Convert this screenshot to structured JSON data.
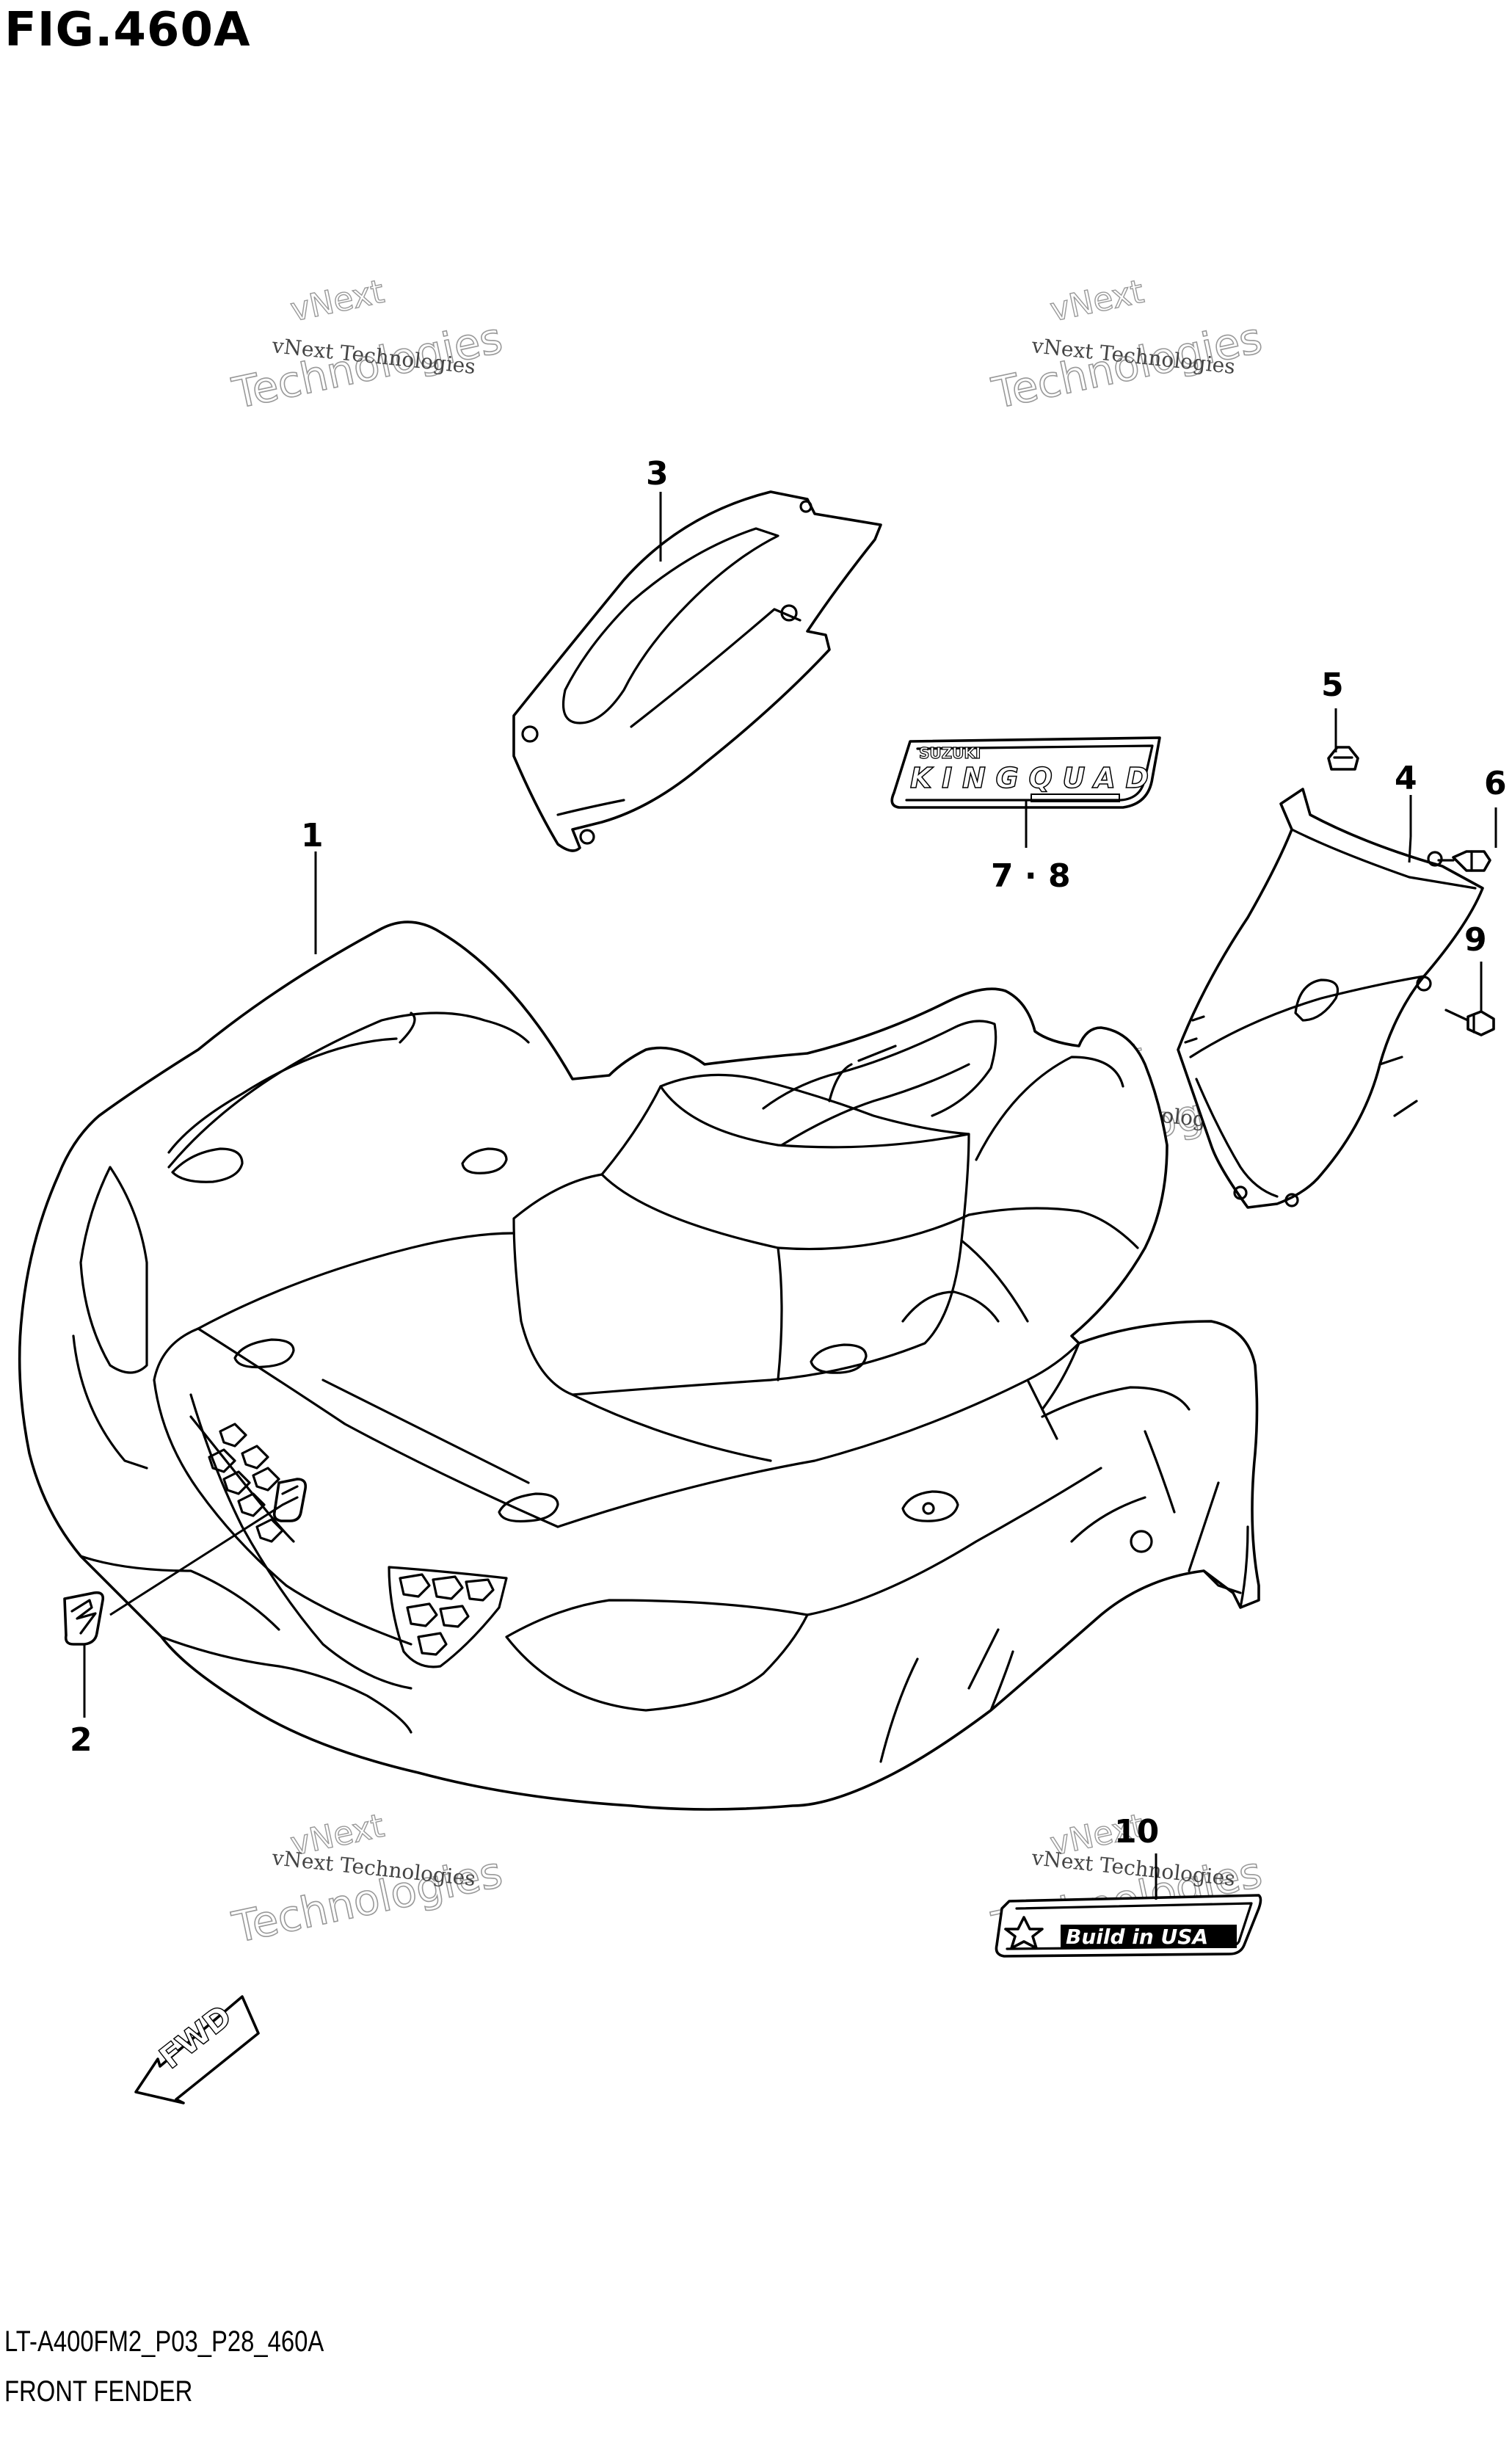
{
  "figure": {
    "title": "FIG.460A",
    "code": "LT-A400FM2_P03_P28_460A",
    "name": "FRONT FENDER"
  },
  "callouts": [
    {
      "id": "1",
      "label": "1"
    },
    {
      "id": "2",
      "label": "2"
    },
    {
      "id": "3",
      "label": "3"
    },
    {
      "id": "4",
      "label": "4"
    },
    {
      "id": "5",
      "label": "5"
    },
    {
      "id": "6",
      "label": "6"
    },
    {
      "id": "7-8",
      "label": "7 · 8"
    },
    {
      "id": "9",
      "label": "9"
    },
    {
      "id": "10",
      "label": "10"
    }
  ],
  "decals": {
    "kingquad": {
      "brand": "SUZUKI",
      "model": "KINGQUAD"
    },
    "usa": {
      "text": "Build in USA"
    }
  },
  "direction_arrow": {
    "label": "FWD"
  },
  "watermark": {
    "line1": "vNext Technologies",
    "line2": "vNext",
    "line3": "Technologies"
  },
  "colors": {
    "ink": "#000000",
    "paper": "#ffffff",
    "watermark": "#999999"
  }
}
